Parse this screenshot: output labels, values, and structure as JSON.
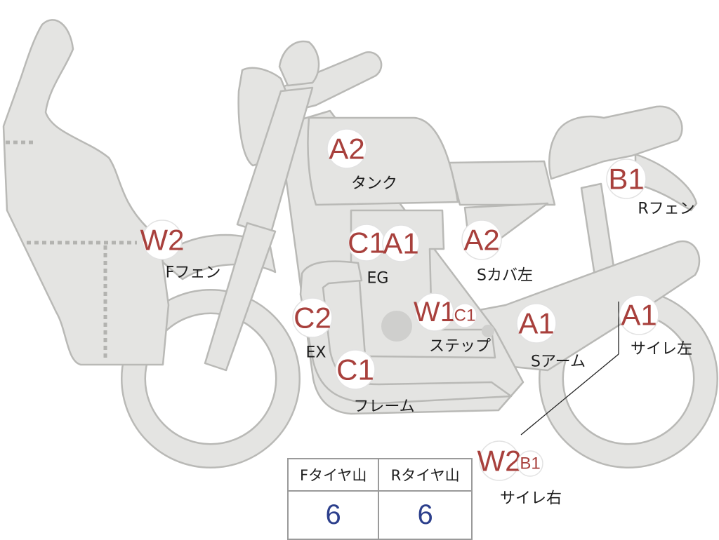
{
  "table": {
    "headers": [
      "Fタイヤ山",
      "Rタイヤ山"
    ],
    "values": [
      "6",
      "6"
    ]
  },
  "colors": {
    "badge_text": "#a8403c",
    "label_text": "#1d1d1d",
    "table_value": "#2c3f8c",
    "part_fill": "#e4e4e2",
    "part_stroke": "#b9b9b6"
  },
  "labels": {
    "tank": "タンク",
    "f_fender": "Fフェン",
    "engine": "EG",
    "side_cover_left": "Sカバ左",
    "exhaust": "EX",
    "step": "ステップ",
    "swing_arm": "Sアーム",
    "muffler_left": "サイレ左",
    "frame": "フレーム",
    "r_fender": "Rフェン",
    "muffler_right": "サイレ右"
  },
  "badges": {
    "tank": "A2",
    "f_fender": "W2",
    "engine_1": "C1",
    "engine_2": "A1",
    "side_cover_left": "A2",
    "exhaust": "C2",
    "step_1": "W1",
    "step_2": "C1",
    "swing_arm": "A1",
    "muffler_left": "A1",
    "frame": "C1",
    "r_fender": "B1",
    "muffler_right_1": "W2",
    "muffler_right_2": "B1"
  }
}
